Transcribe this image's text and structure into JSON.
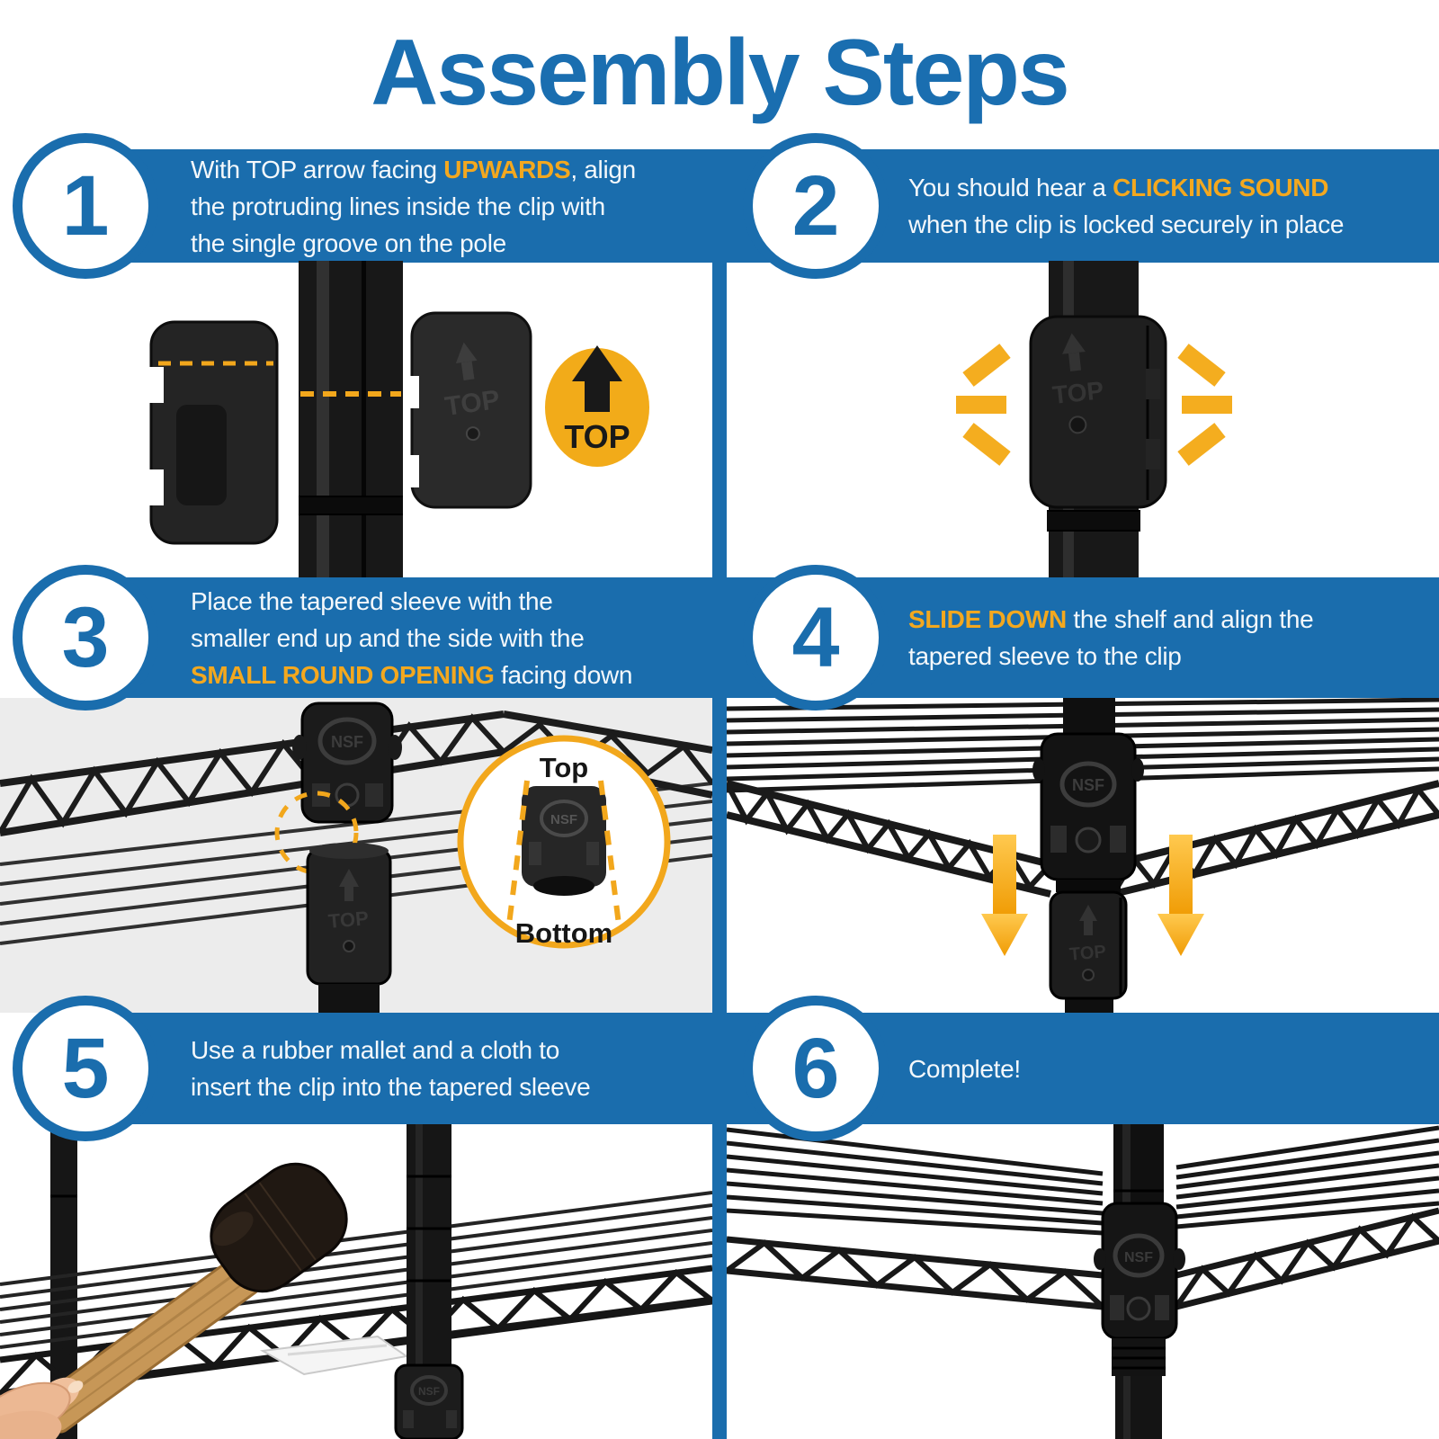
{
  "title": "Assembly Steps",
  "colors": {
    "banner_blue": "#1a6dad",
    "title_blue": "#1a6eb0",
    "highlight_yellow": "#f3a81f",
    "badge_yellow": "#f2ab19",
    "arrow_orange": "#f5ad21"
  },
  "steps": [
    {
      "number": "1",
      "pre": "With TOP arrow facing ",
      "highlight": "UPWARDS",
      "post": ", align\nthe protruding lines inside the clip with\nthe single groove on the pole"
    },
    {
      "number": "2",
      "pre": "You should hear a ",
      "highlight": "CLICKING SOUND",
      "post": "\nwhen the clip is locked securely in place"
    },
    {
      "number": "3",
      "pre": "Place the tapered sleeve with the\nsmaller end up and the side with the\n",
      "highlight": "SMALL ROUND OPENING",
      "post": " facing down"
    },
    {
      "number": "4",
      "pre": "",
      "highlight": "SLIDE DOWN",
      "post": " the shelf and align the\ntapered sleeve to the clip"
    },
    {
      "number": "5",
      "pre": "Use a rubber mallet and a cloth to\ninsert the clip into the tapered sleeve",
      "highlight": "",
      "post": ""
    },
    {
      "number": "6",
      "pre": "Complete!",
      "highlight": "",
      "post": ""
    }
  ],
  "illustrations": {
    "top_badge_label": "TOP",
    "clip_embossed_label": "TOP",
    "sleeve_embossed_label": "NSF",
    "inset_top_label": "Top",
    "inset_bottom_label": "Bottom"
  }
}
